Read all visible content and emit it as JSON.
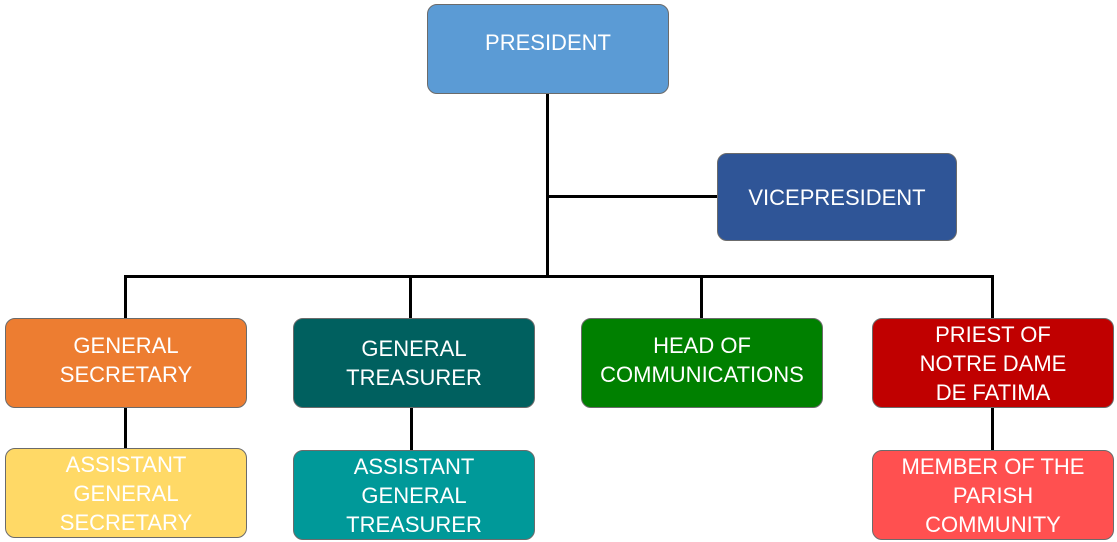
{
  "org_chart": {
    "president": {
      "label": "PRESIDENT",
      "color": "#5b9bd5"
    },
    "vice_president": {
      "label": "VICEPRESIDENT",
      "color": "#2f5597"
    },
    "general_secretary": {
      "label": "GENERAL\nSECRETARY",
      "color": "#ed7d31"
    },
    "general_treasurer": {
      "label": "GENERAL\nTREASURER",
      "color": "#00605f"
    },
    "head_of_communications": {
      "label": "HEAD OF\nCOMMUNICATIONS",
      "color": "#008000"
    },
    "priest": {
      "label": "PRIEST OF\nNOTRE DAME\nDE FATIMA",
      "color": "#c00000"
    },
    "assistant_general_secretary": {
      "label": "ASSISTANT\nGENERAL\nSECRETARY",
      "color": "#ffd966"
    },
    "assistant_general_treasurer": {
      "label": "ASSISTANT\nGENERAL\nTREASURER",
      "color": "#009999"
    },
    "member_of_parish": {
      "label": "MEMBER OF THE\nPARISH\nCOMMUNITY",
      "color": "#ff5050"
    }
  }
}
